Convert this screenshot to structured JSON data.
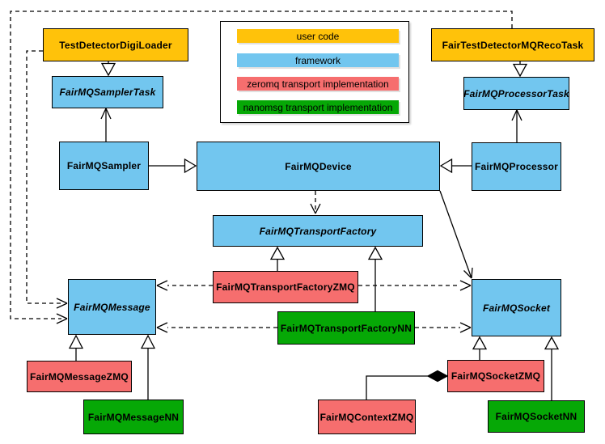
{
  "colors": {
    "user_code": "#ffc20a",
    "framework": "#72c6ef",
    "zeromq": "#f66e6e",
    "nanomsg": "#06a806",
    "line": "#000000",
    "background": "#ffffff"
  },
  "legend": {
    "items": [
      {
        "label": "user code",
        "color": "#ffc20a"
      },
      {
        "label": "framework",
        "color": "#72c6ef"
      },
      {
        "label": "zeromq transport implementation",
        "color": "#f66e6e"
      },
      {
        "label": "nanomsg transport implementation",
        "color": "#06a806"
      }
    ]
  },
  "nodes": {
    "digiLoader": {
      "label": "TestDetectorDigiLoader",
      "category": "user code",
      "abstract": false
    },
    "recoTask": {
      "label": "FairTestDetectorMQRecoTask",
      "category": "user code",
      "abstract": false
    },
    "samplerTask": {
      "label": "FairMQSamplerTask",
      "category": "framework",
      "abstract": true
    },
    "processorTask": {
      "label": "FairMQProcessorTask",
      "category": "framework",
      "abstract": true
    },
    "sampler": {
      "label": "FairMQSampler",
      "category": "framework",
      "abstract": false
    },
    "device": {
      "label": "FairMQDevice",
      "category": "framework",
      "abstract": false
    },
    "processor": {
      "label": "FairMQProcessor",
      "category": "framework",
      "abstract": false
    },
    "transportFactory": {
      "label": "FairMQTransportFactory",
      "category": "framework",
      "abstract": true
    },
    "transportFactoryZmq": {
      "label": "FairMQTransportFactoryZMQ",
      "category": "zeromq",
      "abstract": false
    },
    "transportFactoryNn": {
      "label": "FairMQTransportFactoryNN",
      "category": "nanomsg",
      "abstract": false
    },
    "message": {
      "label": "FairMQMessage",
      "category": "framework",
      "abstract": true
    },
    "socket": {
      "label": "FairMQSocket",
      "category": "framework",
      "abstract": true
    },
    "messageZmq": {
      "label": "FairMQMessageZMQ",
      "category": "zeromq",
      "abstract": false
    },
    "messageNn": {
      "label": "FairMQMessageNN",
      "category": "nanomsg",
      "abstract": false
    },
    "socketZmq": {
      "label": "FairMQSocketZMQ",
      "category": "zeromq",
      "abstract": false
    },
    "socketNn": {
      "label": "FairMQSocketNN",
      "category": "nanomsg",
      "abstract": false
    },
    "contextZmq": {
      "label": "FairMQContextZMQ",
      "category": "zeromq",
      "abstract": false
    }
  }
}
